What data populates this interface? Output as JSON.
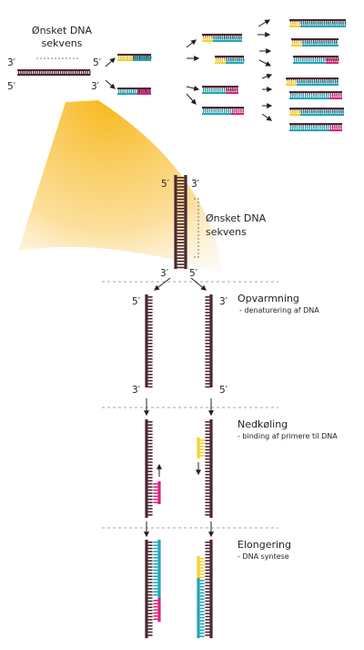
{
  "colors": {
    "strand": "#4a2730",
    "primer_yellow": "#f5d130",
    "primer_magenta": "#d6247e",
    "synthesis_teal": "#22a5b8",
    "zoom_cone": "#f8b81c",
    "dashed": "#888888",
    "text": "#231f20"
  },
  "top": {
    "target_label": [
      "Ønsket DNA",
      "sekvens"
    ],
    "end_3": "3′",
    "end_5_right": "5′",
    "end_5_left": "5′",
    "end_3_right": "3′"
  },
  "main": {
    "target_label": [
      "Ønsket DNA",
      "sekvens"
    ],
    "steps": [
      {
        "title": "Opvarmning",
        "subtitle": "- denaturering af DNA"
      },
      {
        "title": "Nedkøling",
        "subtitle": "- binding af primere til DNA"
      },
      {
        "title": "Elongering",
        "subtitle": "- DNA syntese"
      }
    ],
    "ends": {
      "ds_top_left": "5′",
      "ds_top_right": "3′",
      "ds_bot_left": "3′",
      "ds_bot_right": "5′",
      "den_top_left": "5′",
      "den_top_right": "3′",
      "den_bot_left": "3′",
      "den_bot_right": "5′"
    }
  }
}
